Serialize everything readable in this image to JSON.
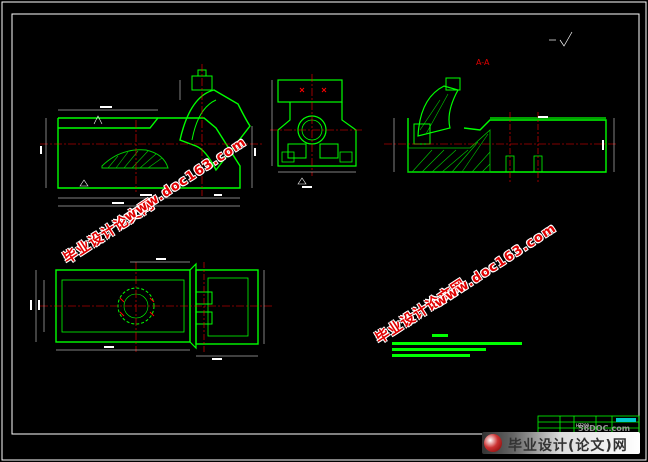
{
  "drawing": {
    "section_label": "A-A",
    "title_block_name": "HT200"
  },
  "watermarks": [
    {
      "text": "毕业设计论文网",
      "kind": "cn"
    },
    {
      "text": "www.doc163.com",
      "kind": "url"
    },
    {
      "text": "毕业设计论文网",
      "kind": "cn"
    },
    {
      "text": "www.doc163.com",
      "kind": "url"
    }
  ],
  "logo": {
    "text": "毕业设计(论文)网",
    "site": "56DOC.com"
  },
  "colors": {
    "background": "#000000",
    "outline": "#00ff00",
    "centerline": "#ff0000",
    "dimension": "#ffffff",
    "hatch": "#00cc00",
    "border": "#ffffff",
    "watermark": "#e00000"
  }
}
